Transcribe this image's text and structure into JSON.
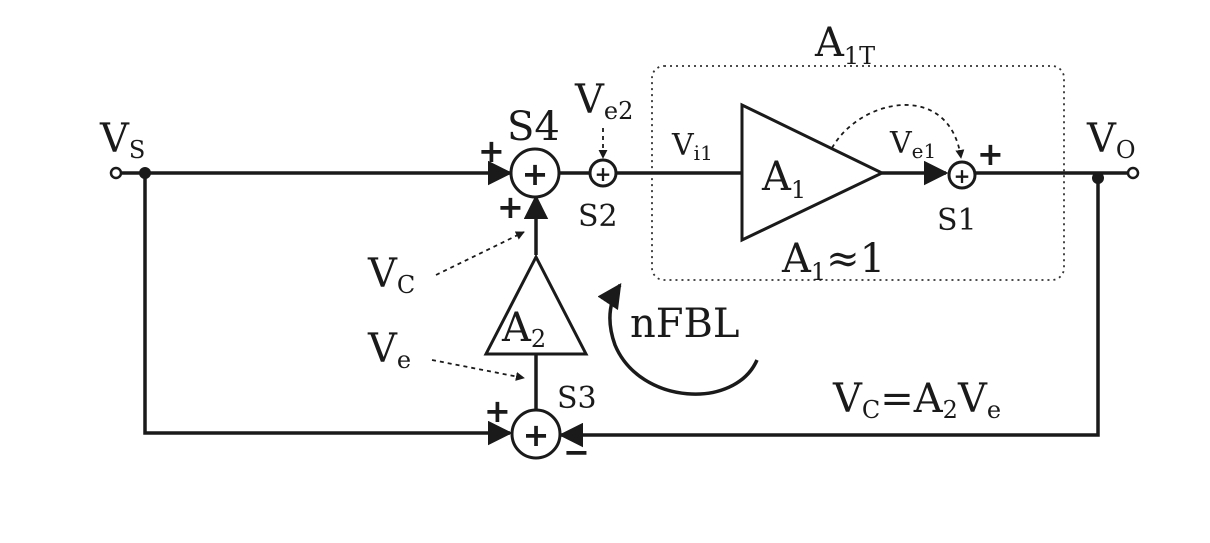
{
  "labels": {
    "vs": {
      "main": "V",
      "sub": "S"
    },
    "vo": {
      "main": "V",
      "sub": "O"
    },
    "a1t": {
      "main": "A",
      "sub": "1T"
    },
    "a1": {
      "main": "A",
      "sub": "1"
    },
    "a1_approx": {
      "main": "A",
      "sub": "1",
      "rest": "≈1"
    },
    "a2": {
      "main": "A",
      "sub": "2"
    },
    "vi1": {
      "main": "V",
      "sub": "i1"
    },
    "ve1": {
      "main": "V",
      "sub": "e1"
    },
    "ve2": {
      "main": "V",
      "sub": "e2"
    },
    "vc": {
      "main": "V",
      "sub": "C"
    },
    "ve": {
      "main": "V",
      "sub": "e"
    },
    "s1": "S1",
    "s2": "S2",
    "s3": "S3",
    "s4": "S4",
    "nfbl": "nFBL",
    "equation": {
      "lhs_main": "V",
      "lhs_sub": "C",
      "eq": "=A",
      "eq_sub": "2",
      "rhs_main": "V",
      "rhs_sub": "e"
    }
  },
  "signs": {
    "plus": "+",
    "minus": "−",
    "sum": "+"
  }
}
